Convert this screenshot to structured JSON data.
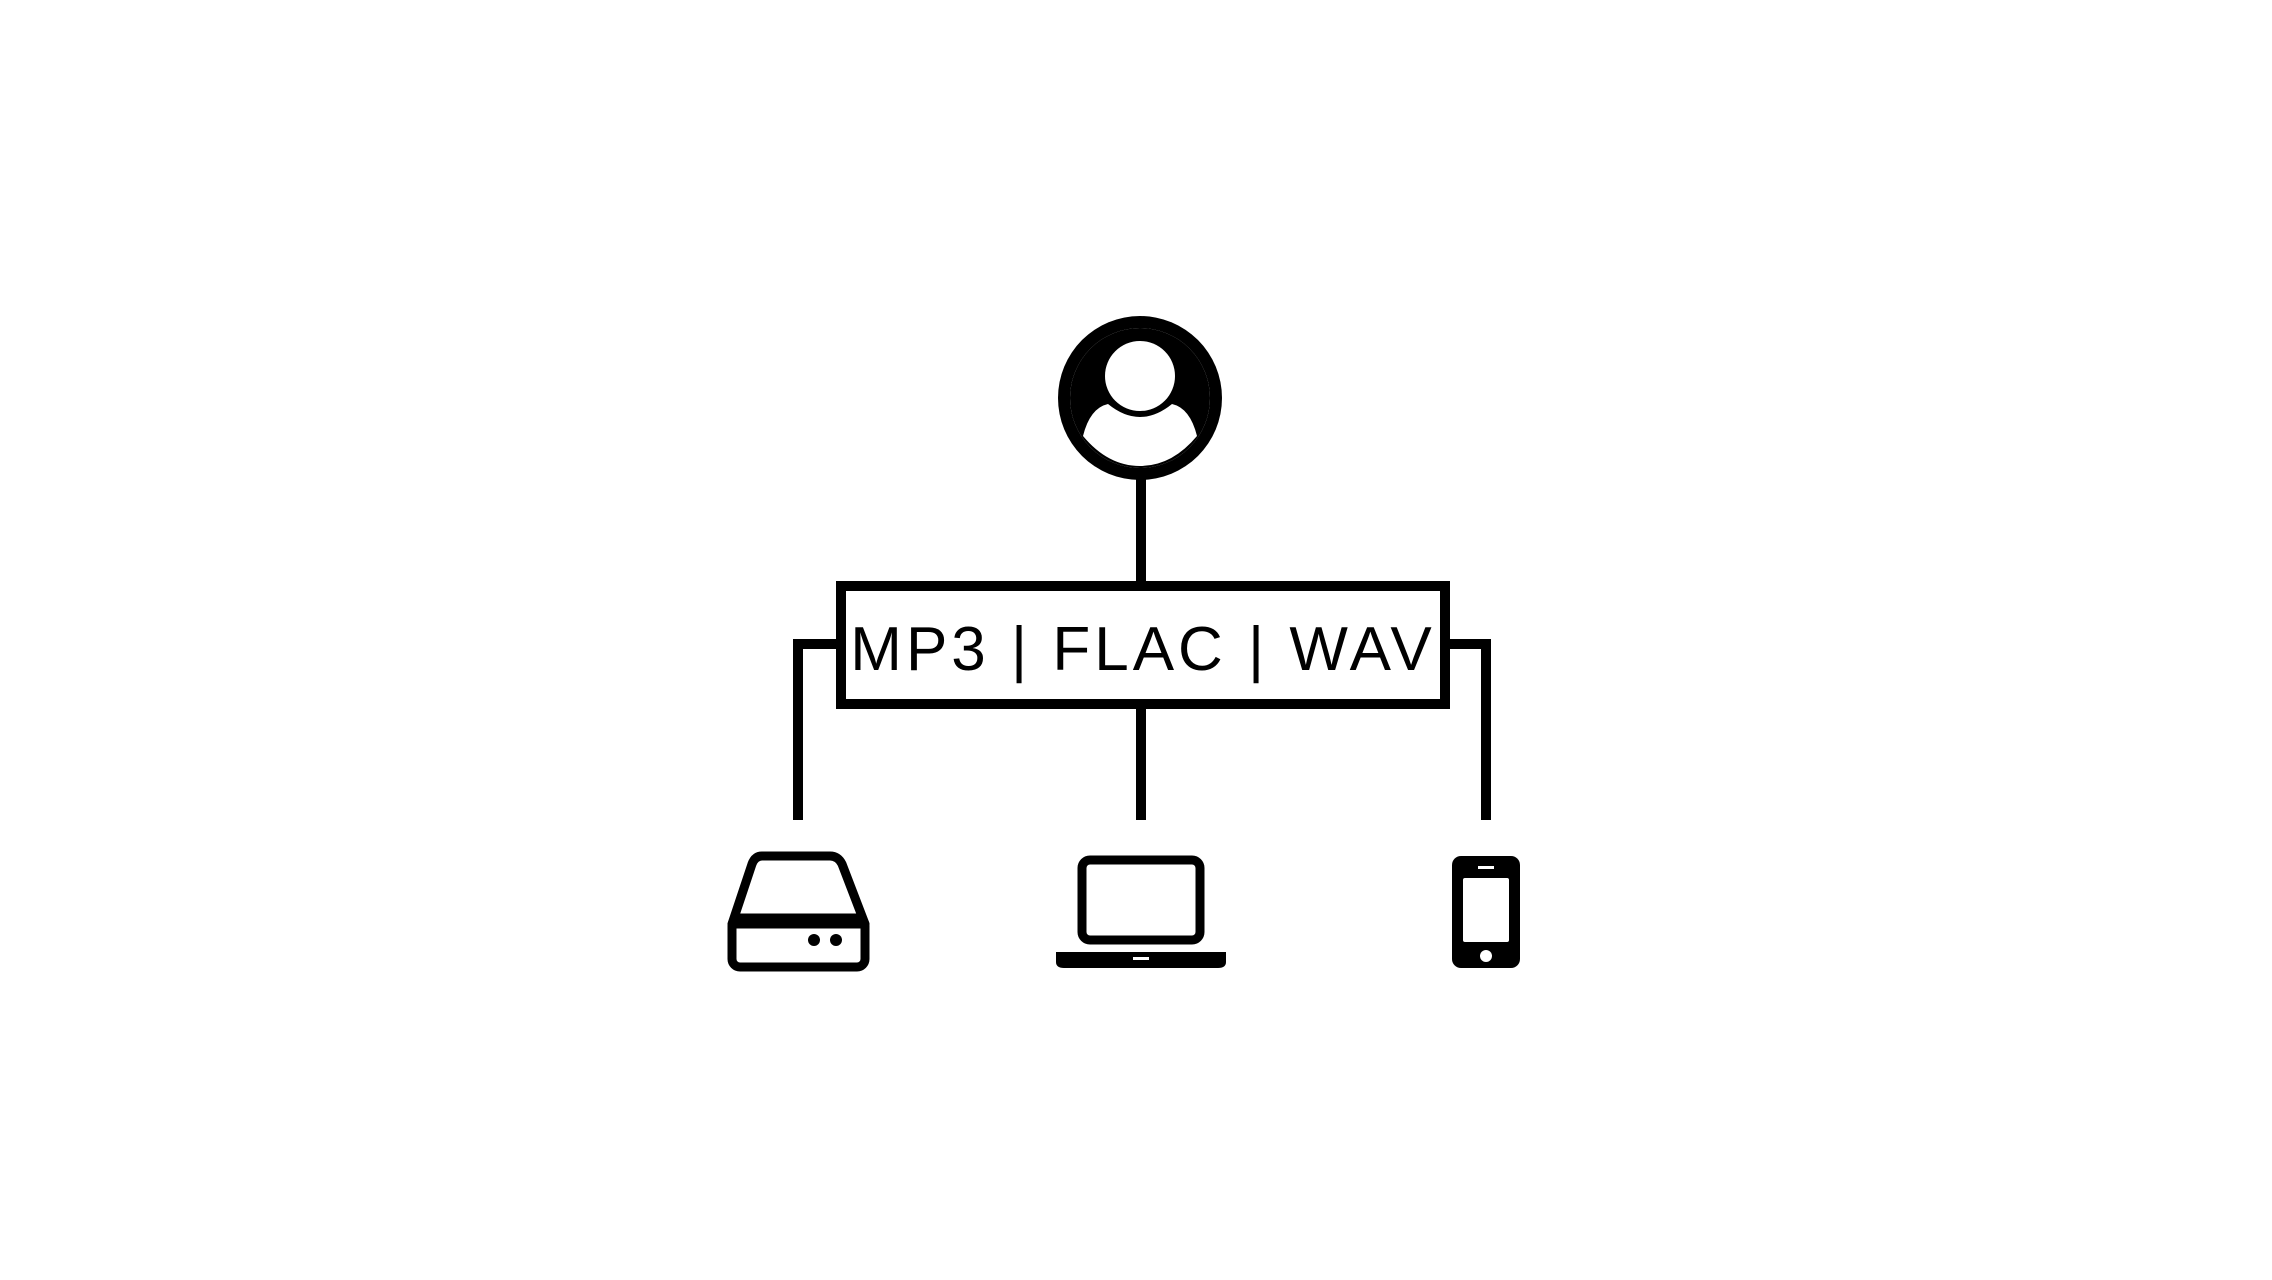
{
  "diagram": {
    "formats_label": "MP3 | FLAC | WAV",
    "colors": {
      "line": "#000000",
      "background": "#ffffff"
    },
    "nodes": [
      {
        "id": "user",
        "icon": "user-icon"
      },
      {
        "id": "formats",
        "icon": ""
      },
      {
        "id": "nas",
        "icon": "nas-drive-icon"
      },
      {
        "id": "laptop",
        "icon": "laptop-icon"
      },
      {
        "id": "phone",
        "icon": "smartphone-icon"
      }
    ],
    "edges": [
      {
        "from": "user",
        "to": "formats"
      },
      {
        "from": "formats",
        "to": "nas"
      },
      {
        "from": "formats",
        "to": "laptop"
      },
      {
        "from": "formats",
        "to": "phone"
      }
    ]
  }
}
